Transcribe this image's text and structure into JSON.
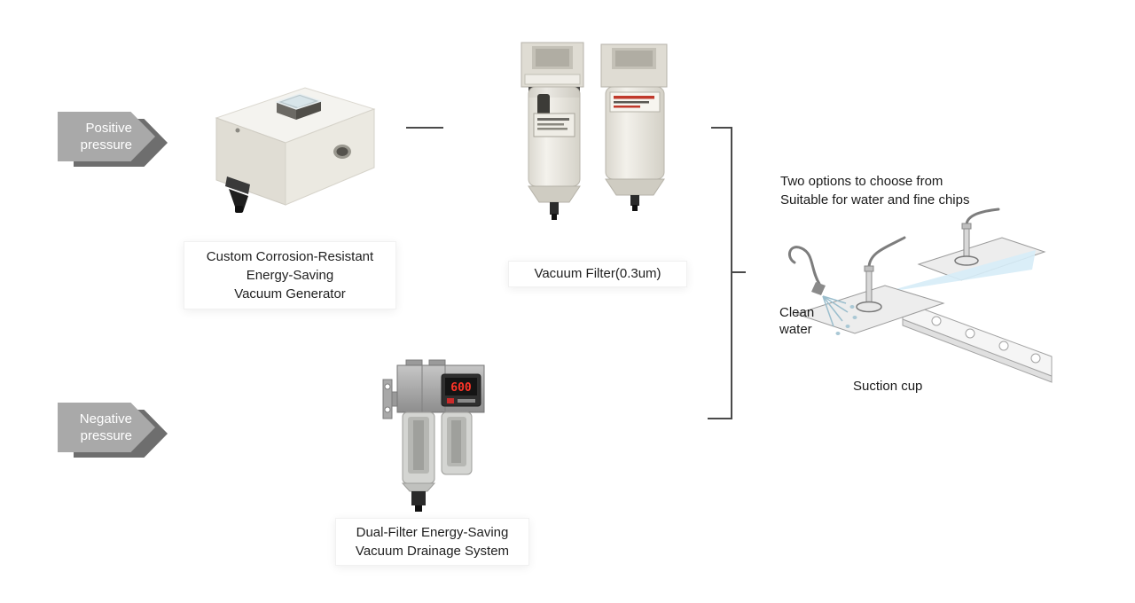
{
  "arrows": {
    "positive": {
      "line1": "Positive",
      "line2": "pressure"
    },
    "negative": {
      "line1": "Negative",
      "line2": "pressure"
    }
  },
  "generator": {
    "label_lines": [
      "Custom Corrosion-Resistant",
      "Energy-Saving",
      "Vacuum Generator"
    ]
  },
  "filter": {
    "label": "Vacuum Filter(0.3um)"
  },
  "drainage": {
    "label_lines": [
      "Dual-Filter Energy-Saving",
      "Vacuum Drainage System"
    ],
    "display_value": "600"
  },
  "application": {
    "heading_lines": [
      "Two options to choose from",
      "Suitable for water and fine chips"
    ],
    "clean_water_lines": [
      "Clean",
      "water"
    ],
    "suction_cup_label": "Suction cup"
  },
  "colors": {
    "arrow_front": "#a9a9a9",
    "arrow_shadow": "#6e6e6e",
    "arrow_text": "#ffffff",
    "connector": "#4a4a4a",
    "highlight_wedge": "#d6ecf7",
    "display_digits": "#ff3528"
  }
}
